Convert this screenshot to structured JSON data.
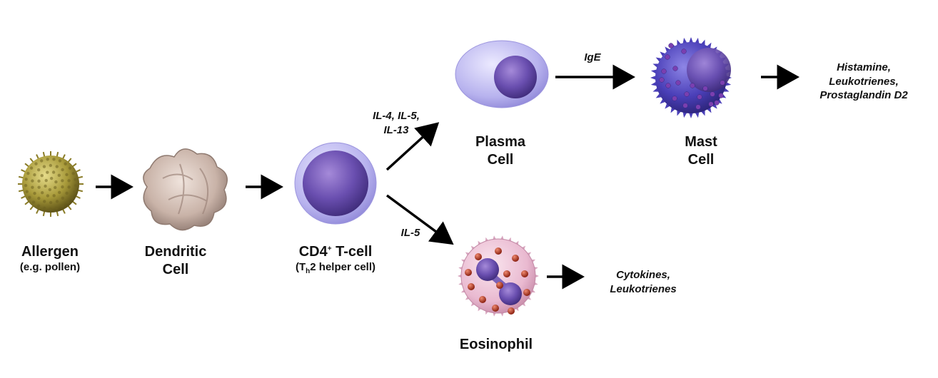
{
  "nodes": {
    "allergen": {
      "name": "Allergen",
      "sub": "(e.g. pollen)"
    },
    "dendritic": {
      "line1": "Dendritic",
      "line2": "Cell"
    },
    "tcell": {
      "name_prefix": "CD4",
      "name_sup": "+",
      "name_suffix": " T-cell",
      "sub_prefix": "(T",
      "sub_sub": "h",
      "sub_suffix": "2 helper cell)"
    },
    "plasma": {
      "line1": "Plasma",
      "line2": "Cell"
    },
    "mast": {
      "line1": "Mast",
      "line2": "Cell"
    },
    "eosinophil": {
      "name": "Eosinophil"
    }
  },
  "edge_labels": {
    "tcell_to_plasma_line1": "IL-4, IL-5,",
    "tcell_to_plasma_line2": "IL-13",
    "tcell_to_eosinophil": "IL-5",
    "plasma_to_mast": "IgE"
  },
  "outputs": {
    "mast": [
      "Histamine,",
      "Leukotrienes,",
      "Prostaglandin D2"
    ],
    "eosinophil": [
      "Cytokines,",
      "Leukotrienes"
    ]
  },
  "colors": {
    "pollen": "#a89a3a",
    "dendritic": "#c9b3a8",
    "cell_purple": "#6a4fb0",
    "cell_membrane": "#b7b2ee",
    "mast_body": "#4a3fb8",
    "eosinophil_body": "#e9b9d0",
    "granule_red": "#b8361f",
    "arrow": "#000000"
  }
}
